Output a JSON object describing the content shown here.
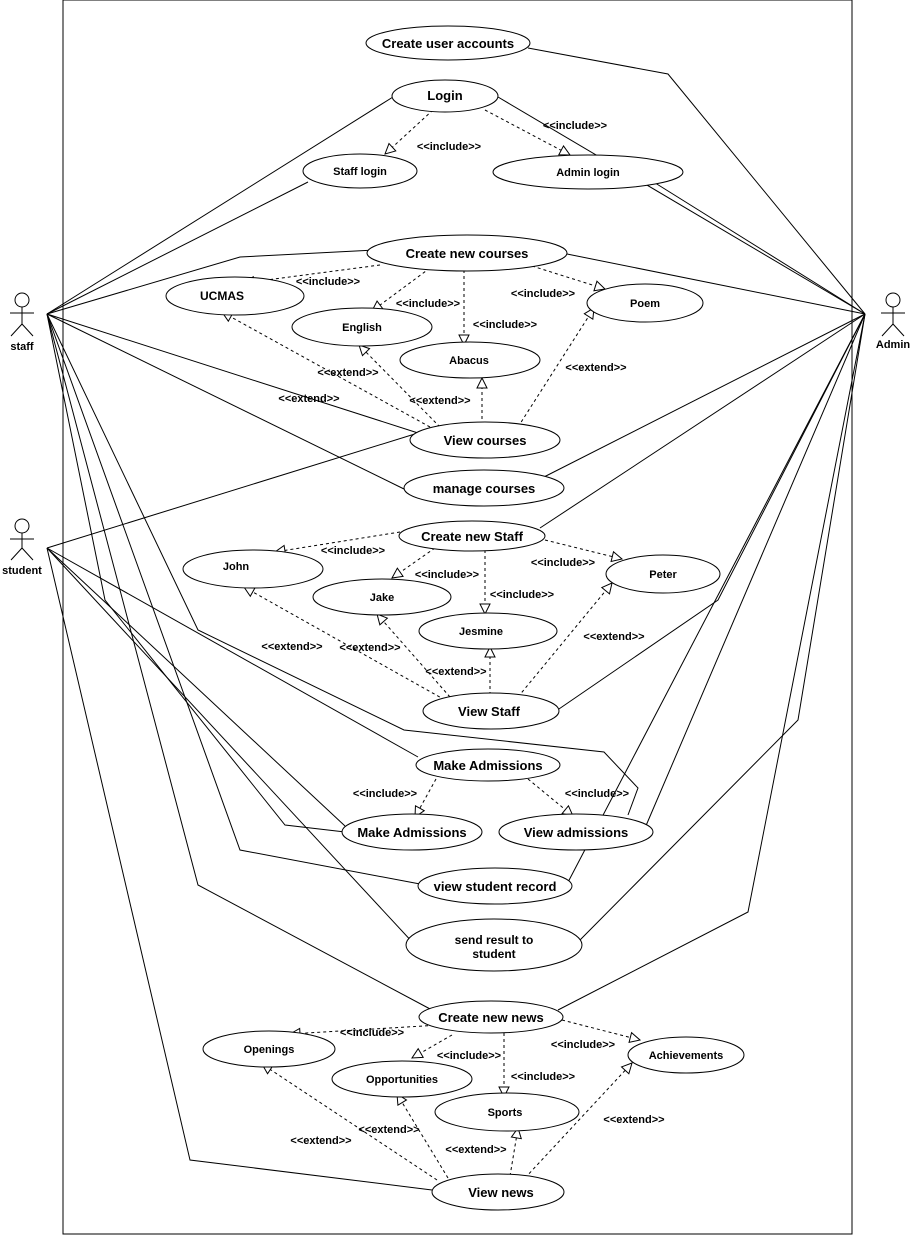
{
  "actors": {
    "staff": "staff",
    "student": "student",
    "admin": "Admin"
  },
  "use_cases": {
    "create_user_accounts": "Create user accounts",
    "login": "Login",
    "staff_login": "Staff login",
    "admin_login": "Admin login",
    "create_new_courses": "Create new courses",
    "ucmas": "UCMAS",
    "english": "English",
    "abacus": "Abacus",
    "poem": "Poem",
    "view_courses": "View courses",
    "manage_courses": "manage courses",
    "create_new_staff": "Create new Staff",
    "john": "John",
    "jake": "Jake",
    "jesmine": "Jesmine",
    "peter": "Peter",
    "view_staff": "View Staff",
    "make_admissions_top": "Make Admissions",
    "make_admissions": "Make Admissions",
    "view_admissions": "View admissions",
    "view_student_record": "view student record",
    "send_result_line1": "send result to",
    "send_result_line2": "student",
    "create_new_news": "Create new news",
    "openings": "Openings",
    "opportunities": "Opportunities",
    "sports": "Sports",
    "achievements": "Achievements",
    "view_news": "View news"
  },
  "relations": {
    "include": "<<include>>",
    "extend": "<<extend>>"
  }
}
